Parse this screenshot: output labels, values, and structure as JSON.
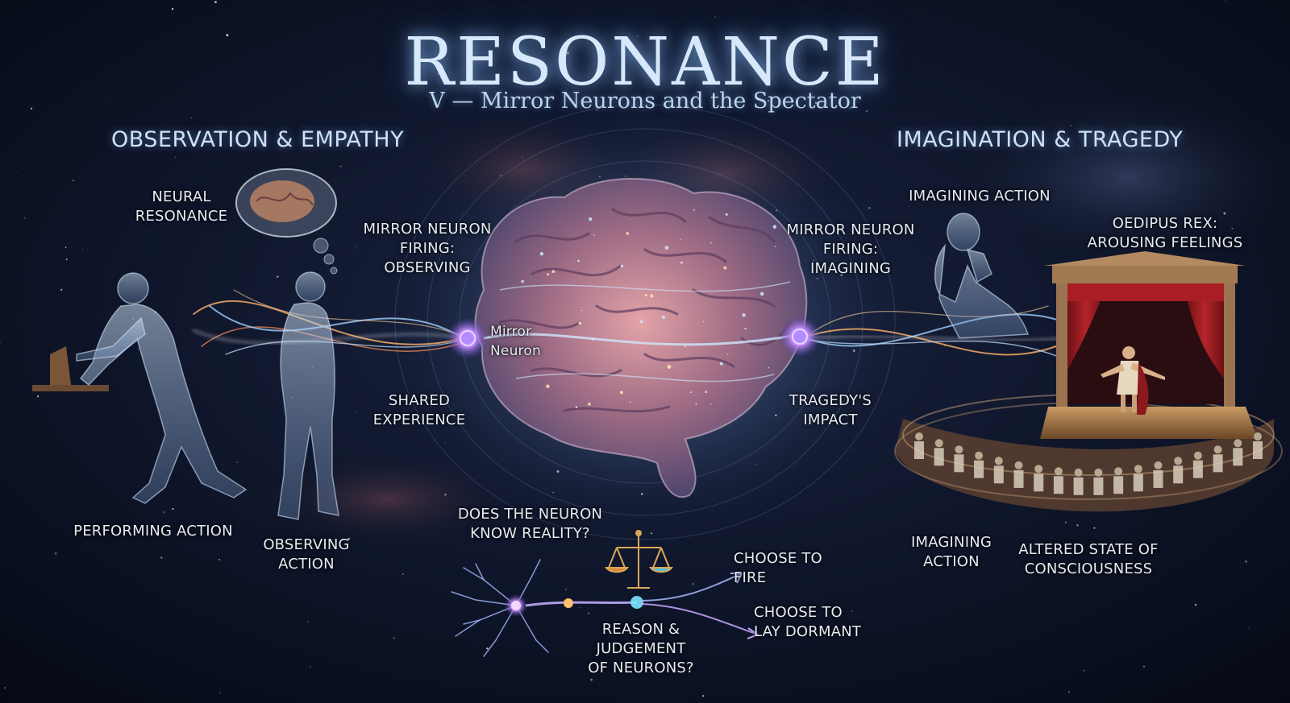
{
  "header": {
    "title": "RESONANCE",
    "subtitle": "V — Mirror Neurons and the Spectator"
  },
  "sections": {
    "left": "OBSERVATION & EMPATHY",
    "right": "IMAGINATION & TRAGEDY"
  },
  "labels": {
    "neural_resonance_1": "NEURAL",
    "neural_resonance_2": "RESONANCE",
    "mirror_firing_observing_1": "MIRROR NEURON",
    "mirror_firing_observing_2": "FIRING:",
    "mirror_firing_observing_3": "OBSERVING",
    "mirror_neuron_1": "Mirror",
    "mirror_neuron_2": "Neuron",
    "shared_experience_1": "SHARED",
    "shared_experience_2": "EXPERIENCE",
    "performing_action": "PERFORMING ACTION",
    "observing_action_1": "OBSERVING",
    "observing_action_2": "ACTION",
    "imagining_action_top": "IMAGINING ACTION",
    "mirror_firing_imagining_1": "MIRROR NEURON",
    "mirror_firing_imagining_2": "FIRING:",
    "mirror_firing_imagining_3": "IMAGINING",
    "oedipus_1": "OEDIPUS REX:",
    "oedipus_2": "AROUSING FEELINGS",
    "tragedy_impact_1": "TRAGEDY'S",
    "tragedy_impact_2": "IMPACT",
    "does_neuron_1": "DOES THE NEURON",
    "does_neuron_2": "KNOW REALITY?",
    "choose_fire_1": "CHOOSE TO",
    "choose_fire_2": "FIRE",
    "choose_dormant_1": "CHOOSE TO",
    "choose_dormant_2": "LAY DORMANT",
    "reason_1": "REASON & JUDGEMENT",
    "reason_2": "OF NEURONS?",
    "imagining_action_bottom_1": "IMAGINING",
    "imagining_action_bottom_2": "ACTION",
    "altered_1": "ALTERED STATE OF",
    "altered_2": "CONSCIOUSNESS"
  },
  "colors": {
    "background": "#0a0f1e",
    "glow_blue": "#8fc4ff",
    "glow_orange": "#ffb26b",
    "brain_pink": "#c98a96",
    "body_blue": "#a9c3e3",
    "curtain_red": "#9b1b1f",
    "stage_wood": "#7a5636"
  },
  "icons": {
    "thought_bubble": "thought-bubble-icon",
    "scales": "scales-icon",
    "neuron": "neuron-icon"
  }
}
